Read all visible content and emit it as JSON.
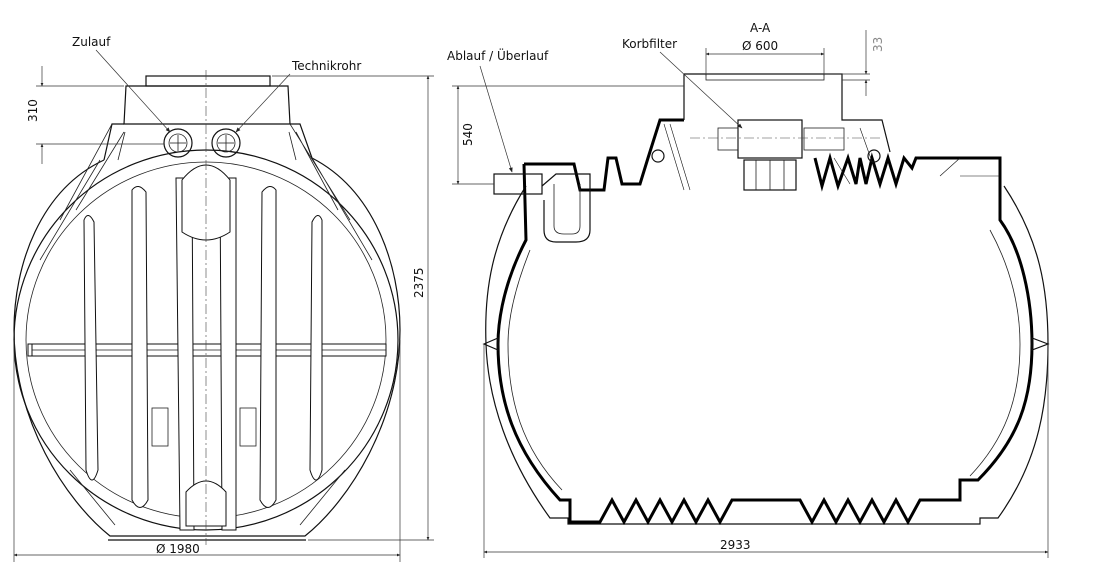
{
  "front_view": {
    "label_inlet": "Zulauf",
    "label_tech_pipe": "Technikrohr",
    "dim_dome_height": "310",
    "dim_total_height": "2375",
    "dim_diameter": "Ø 1980"
  },
  "section_view": {
    "label_outlet": "Ablauf / Überlauf",
    "label_basket_filter": "Korbfilter",
    "section_name": "A-A",
    "dim_dome_diameter": "Ø 600",
    "dim_dome_offset": "33",
    "dim_outlet_depth": "540",
    "dim_length": "2933"
  }
}
